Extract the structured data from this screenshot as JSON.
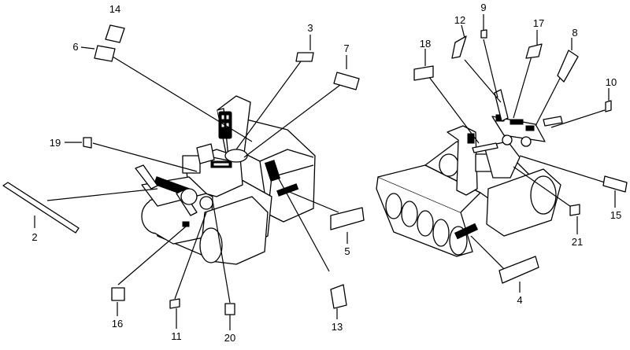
{
  "diagram": {
    "callouts": [
      {
        "id": "c1",
        "label": "2"
      },
      {
        "id": "c2",
        "label": "3"
      },
      {
        "id": "c3",
        "label": "4"
      },
      {
        "id": "c4",
        "label": "5"
      },
      {
        "id": "c5",
        "label": "6"
      },
      {
        "id": "c6",
        "label": "7"
      },
      {
        "id": "c7",
        "label": "8"
      },
      {
        "id": "c8",
        "label": "9"
      },
      {
        "id": "c9",
        "label": "10"
      },
      {
        "id": "c10",
        "label": "11"
      },
      {
        "id": "c11",
        "label": "12"
      },
      {
        "id": "c12",
        "label": "13"
      },
      {
        "id": "c13",
        "label": "14"
      },
      {
        "id": "c14",
        "label": "15"
      },
      {
        "id": "c15",
        "label": "16"
      },
      {
        "id": "c16",
        "label": "17"
      },
      {
        "id": "c17",
        "label": "18"
      },
      {
        "id": "c18",
        "label": "19"
      },
      {
        "id": "c19",
        "label": "20"
      },
      {
        "id": "c20",
        "label": "21"
      }
    ]
  }
}
